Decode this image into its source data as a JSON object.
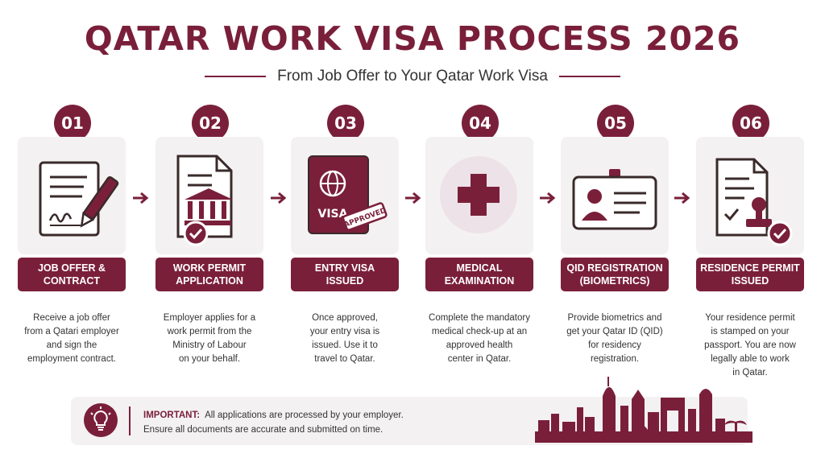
{
  "header": {
    "title": "QATAR WORK VISA PROCESS 2026",
    "subtitle": "From Job Offer to Your Qatar Work Visa"
  },
  "steps": [
    {
      "number": "01",
      "label": "JOB OFFER &\nCONTRACT",
      "description": "Receive a job offer\nfrom a Qatari employer\nand sign the\nemployment contract.",
      "icon": "contract-signing-icon"
    },
    {
      "number": "02",
      "label": "WORK PERMIT\nAPPLICATION",
      "description": "Employer applies for a\nwork permit from the\nMinistry of Labour\non your behalf.",
      "icon": "ministry-document-icon"
    },
    {
      "number": "03",
      "label": "ENTRY VISA\nISSUED",
      "description": "Once approved,\nyour entry visa is\nissued. Use it to\ntravel to Qatar.",
      "icon": "passport-visa-icon",
      "icon_text": "VISA",
      "stamp_text": "APPROVED"
    },
    {
      "number": "04",
      "label": "MEDICAL\nEXAMINATION",
      "description": "Complete the mandatory\nmedical check-up at an\napproved health\ncenter in Qatar.",
      "icon": "medical-cross-icon"
    },
    {
      "number": "05",
      "label": "QID REGISTRATION\n(BIOMETRICS)",
      "description": "Provide biometrics and\nget your Qatar ID (QID)\nfor residency\nregistration.",
      "icon": "id-card-icon"
    },
    {
      "number": "06",
      "label": "RESIDENCE PERMIT\nISSUED",
      "description": "Your residence permit\nis stamped on your\npassport. You are now\nlegally able to work\nin Qatar.",
      "icon": "stamped-document-icon"
    }
  ],
  "footer": {
    "important_label": "IMPORTANT:",
    "line1": "All applications are processed by your employer.",
    "line2": "Ensure all documents are accurate and submitted on time.",
    "icon": "lightbulb-icon",
    "decoration": "doha-skyline-icon"
  },
  "colors": {
    "accent": "#7a1f3a",
    "card_background": "#f4f1f3",
    "text": "#333333"
  }
}
